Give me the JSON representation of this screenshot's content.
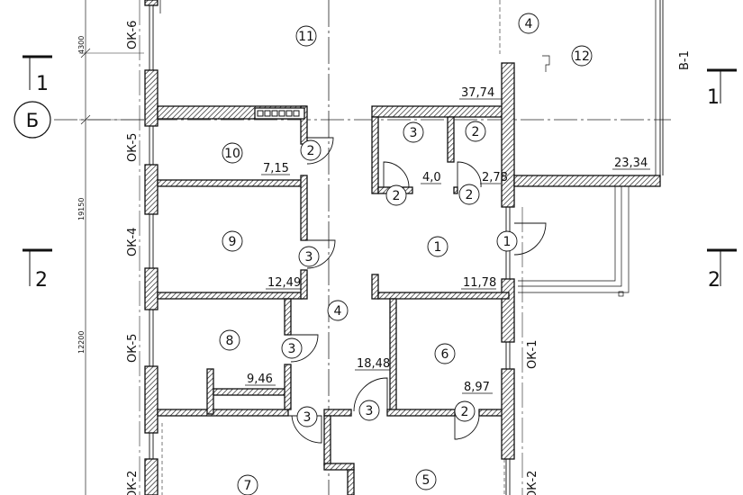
{
  "axis": {
    "label": "Б"
  },
  "sections": [
    {
      "id": "s1l",
      "label": "1"
    },
    {
      "id": "s1r",
      "label": "1"
    },
    {
      "id": "s2l",
      "label": "2"
    },
    {
      "id": "s2r",
      "label": "2"
    }
  ],
  "dimensions": {
    "d4300": "4300",
    "d19150": "19150",
    "d12200": "12200"
  },
  "windows": {
    "ok6": "ОК-6",
    "ok5a": "ОК-5",
    "ok4": "ОК-4",
    "ok5b": "ОК-5",
    "ok2l": "ОК-2",
    "ok1": "ОК-1",
    "ok2r": "ОК-2",
    "v1": "В-1"
  },
  "rooms": [
    {
      "id": "r11",
      "number": "11"
    },
    {
      "id": "r4t",
      "number": "4"
    },
    {
      "id": "r12",
      "number": "12"
    },
    {
      "id": "r10",
      "number": "10"
    },
    {
      "id": "r3a",
      "number": "3"
    },
    {
      "id": "r2a",
      "number": "2"
    },
    {
      "id": "r9",
      "number": "9"
    },
    {
      "id": "r1",
      "number": "1"
    },
    {
      "id": "r4m",
      "number": "4"
    },
    {
      "id": "r8",
      "number": "8"
    },
    {
      "id": "r6",
      "number": "6"
    },
    {
      "id": "r7",
      "number": "7"
    },
    {
      "id": "r5",
      "number": "5"
    }
  ],
  "areas": {
    "a3774": "37,74",
    "a715": "7,15",
    "a40": "4,0",
    "a278": "2,78",
    "a2334": "23,34",
    "a1249": "12,49",
    "a1178": "11,78",
    "a1848": "18,48",
    "a946": "9,46",
    "a897": "8,97"
  },
  "doors": [
    {
      "id": "dr10",
      "type": "2"
    },
    {
      "id": "dr3a",
      "type": "2"
    },
    {
      "id": "dr2a",
      "type": "2"
    },
    {
      "id": "dr9",
      "type": "3"
    },
    {
      "id": "dr1",
      "type": "1"
    },
    {
      "id": "dr8",
      "type": "3"
    },
    {
      "id": "dr8b",
      "type": "3"
    },
    {
      "id": "dr4",
      "type": "3"
    },
    {
      "id": "dr6",
      "type": "2"
    }
  ]
}
